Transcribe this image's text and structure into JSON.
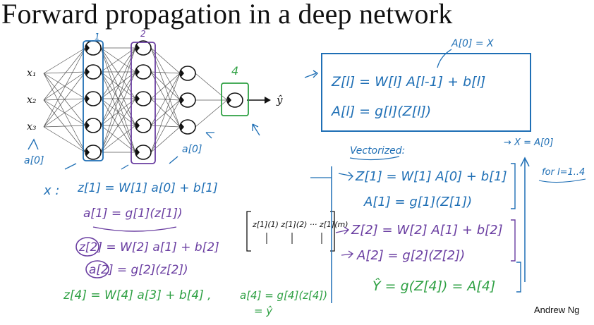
{
  "slide": {
    "title": "Forward propagation in a deep network",
    "author": "Andrew Ng"
  },
  "network": {
    "inputs": [
      "x₁",
      "x₂",
      "x₃"
    ],
    "output": "ŷ",
    "input_label": "a[0]",
    "layer_labels": [
      "1",
      "2",
      "4"
    ],
    "hidden_a_label": "a[0]",
    "layer_units": [
      5,
      5,
      3,
      1
    ]
  },
  "notes": {
    "x_label": "x :",
    "z1": "z[1] = W[1] a[0] + b[1]",
    "a1": "a[1] = g[1](z[1])",
    "z2": "z[2] = W[2] a[1] + b[2]",
    "a2": "a[2] = g[2](z[2])",
    "z4": "z[4] = W[4] a[3] + b[4] ,",
    "a4": "a[4] = g[4](z[4])",
    "yhat_eq": "= ŷ",
    "boxed_line1": "Z[l] = W[l] A[l-1] + b[l]",
    "boxed_line2": "A[l] = g[l](Z[l])",
    "a0_eq_x": "A[0] = X",
    "vectorized": "Vectorized:",
    "x_eq_a0": "→ X = A[0]",
    "for_loop": "for l=1..4",
    "vz1": "Z[1] = W[1] A[0] + b[1]",
    "va1": "A[1] = g[1](Z[1])",
    "vz2": "Z[2] = W[2] A[1] + b[2]",
    "va2": "A[2] = g[2](Z[2])",
    "vyhat": "Ŷ = g(Z[4]) = A[4]",
    "matrix_cols": "z[1](1)  z[1](2) ··· z[1](m)"
  },
  "colors": {
    "blue": "#1f6fb5",
    "purple": "#6a3ea1",
    "green": "#2ea043",
    "black": "#111111"
  }
}
